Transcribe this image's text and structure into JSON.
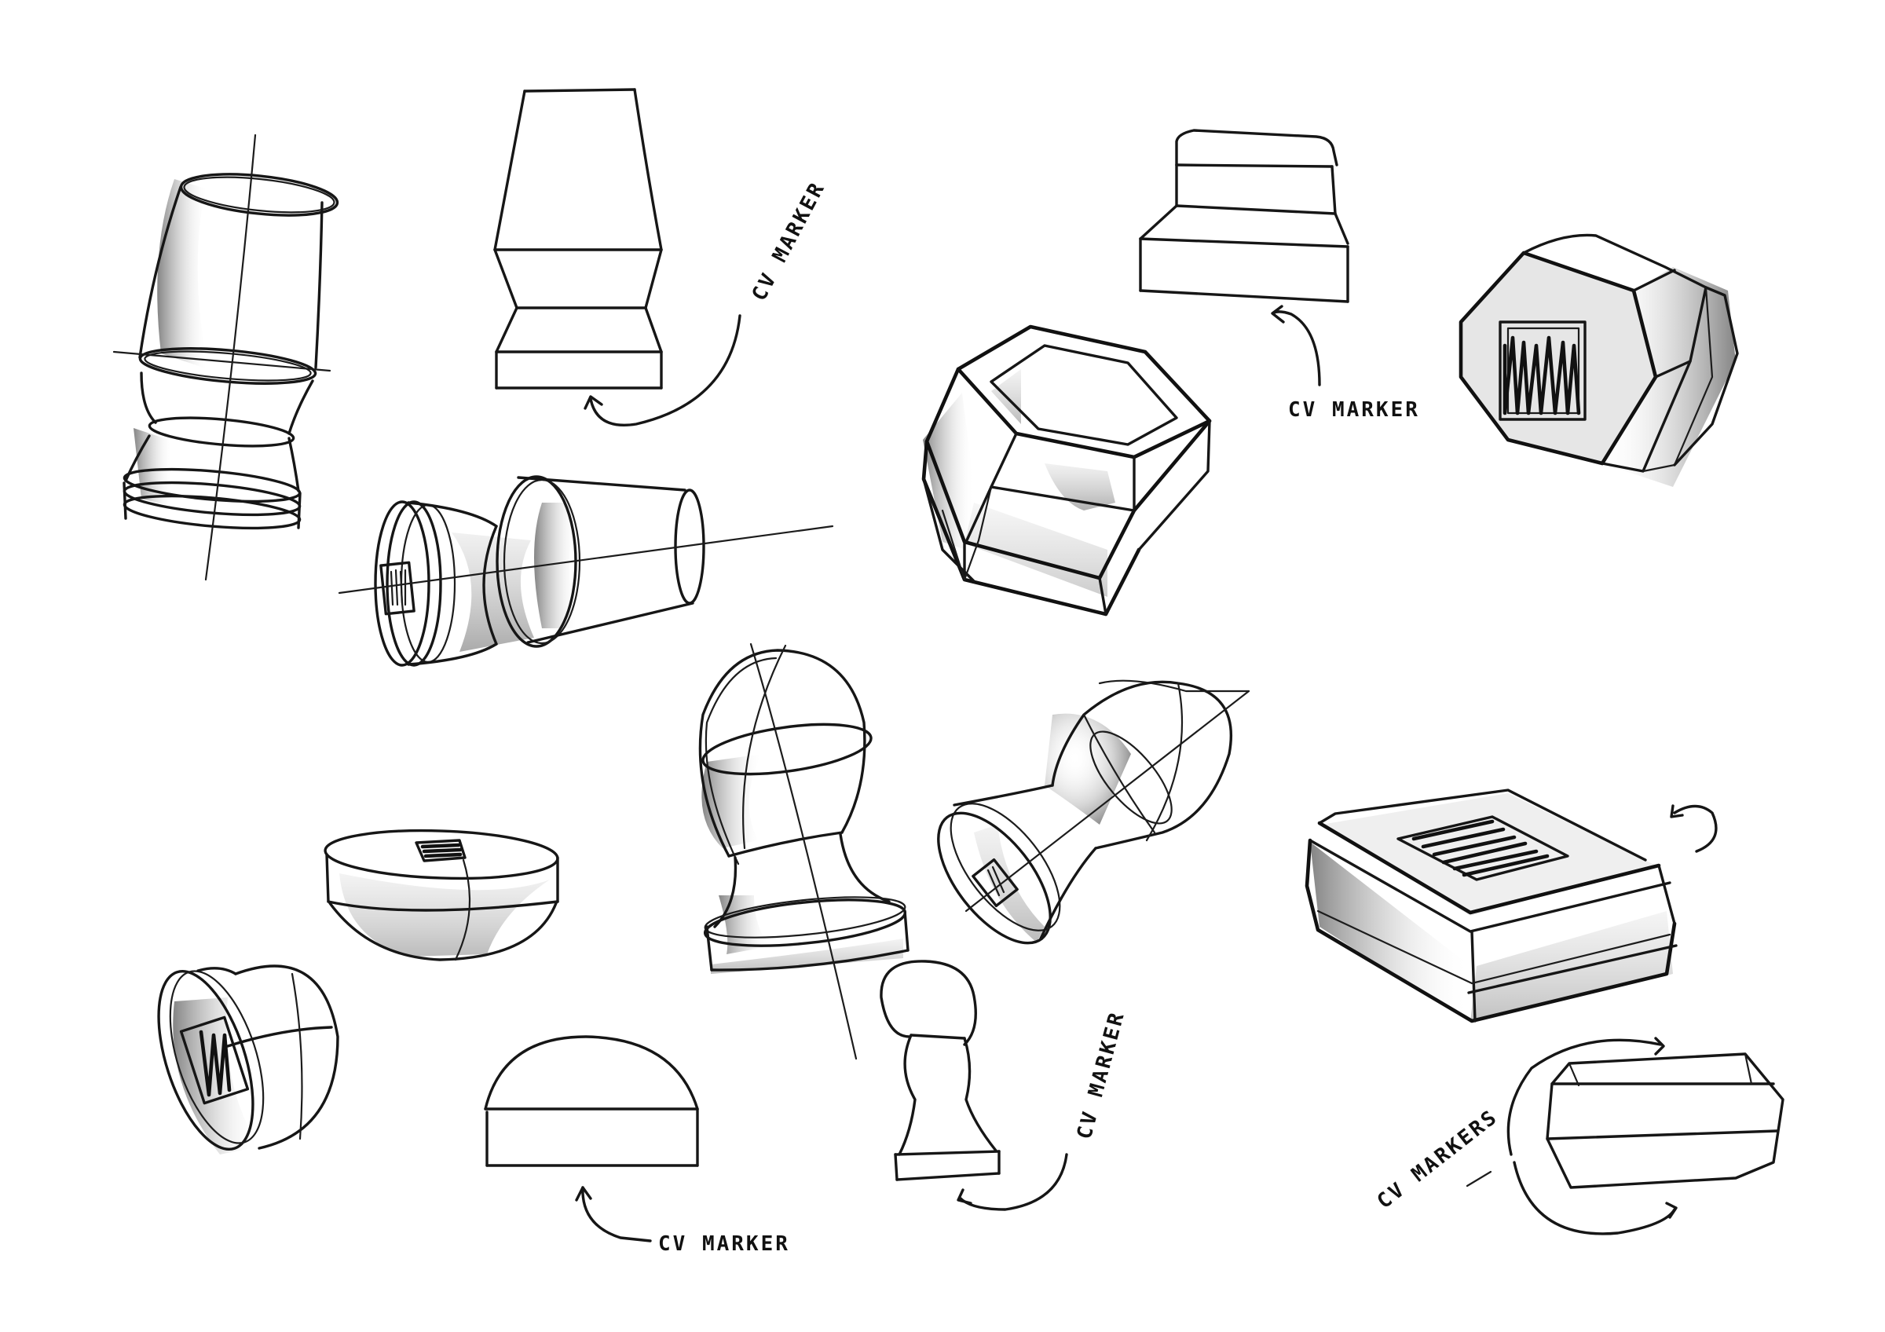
{
  "sheet": {
    "background": "#ffffff",
    "ink_color": "#161616",
    "marker_tone": "#9a9a9a"
  },
  "annotations": {
    "vase_marker_label": "CV MARKER",
    "cube_marker_label": "CV MARKER",
    "dome_marker_label": "CV MARKER",
    "stamp_marker_label": "CV MARKER",
    "prism_markers_label": "CV MARKERS"
  }
}
